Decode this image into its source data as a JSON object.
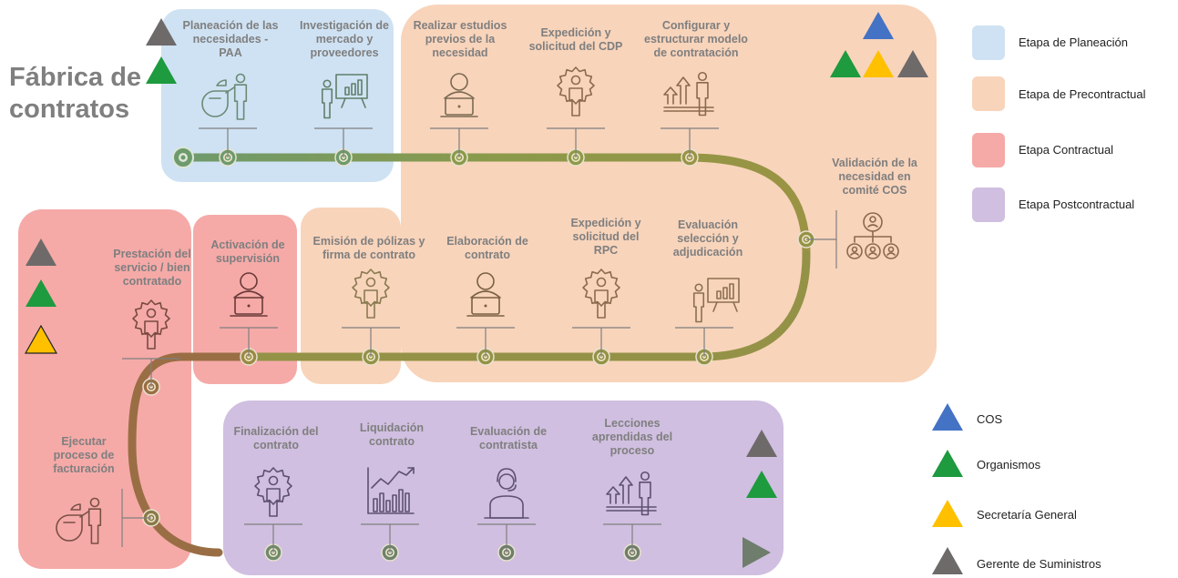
{
  "title": "Fábrica de contratos",
  "colors": {
    "planeacion": "#cfe2f3",
    "precontractual": "#f8d4bb",
    "contractual": "#f5aaa8",
    "postcontractual": "#d0bfe0",
    "cos": "#4472c4",
    "organismos": "#1e9a3f",
    "secretaria": "#ffc000",
    "gerente": "#6e6a6a",
    "path_green": "#7d9a5a",
    "path_brown": "#a88a58",
    "label_gray": "#7f7f7f"
  },
  "stage_legend": [
    {
      "label": "Etapa de Planeación",
      "color": "#cfe2f3"
    },
    {
      "label": "Etapa de Precontractual",
      "color": "#f8d4bb"
    },
    {
      "label": "Etapa Contractual",
      "color": "#f5aaa8"
    },
    {
      "label": "Etapa Postcontractual",
      "color": "#d0bfe0"
    }
  ],
  "role_legend": [
    {
      "label": "COS",
      "color": "#4472c4"
    },
    {
      "label": "Organismos",
      "color": "#1e9a3f"
    },
    {
      "label": "Secretaría General",
      "color": "#ffc000"
    },
    {
      "label": "Gerente de Suministros",
      "color": "#6e6a6a"
    }
  ],
  "steps": [
    {
      "label": "Planeación de las necesidades - PAA",
      "icon": "presenter-pie-icon"
    },
    {
      "label": "Investigación de mercado y proveedores",
      "icon": "presentation-board-icon"
    },
    {
      "label": "Realizar estudios previos de la necesidad",
      "icon": "laptop-user-icon"
    },
    {
      "label": "Expedición y solicitud del CDP",
      "icon": "gear-person-icon"
    },
    {
      "label": "Configurar y estructurar modelo de contratación",
      "icon": "growth-person-icon"
    },
    {
      "label": "Validación de la necesidad en comité COS",
      "icon": "org-chart-icon"
    },
    {
      "label": "Evaluación selección y adjudicación",
      "icon": "presentation-board-icon"
    },
    {
      "label": "Expedición y solicitud del RPC",
      "icon": "gear-person-icon"
    },
    {
      "label": "Elaboración de contrato",
      "icon": "laptop-user-icon"
    },
    {
      "label": "Emisión de pólizas y firma de contrato",
      "icon": "gear-person-icon"
    },
    {
      "label": "Activación de supervisión",
      "icon": "laptop-user-icon"
    },
    {
      "label": "Prestación del servicio / bien contratado",
      "icon": "gear-person-icon"
    },
    {
      "label": "Ejecutar proceso de facturación",
      "icon": "presenter-pie-icon"
    },
    {
      "label": "Finalización del contrato",
      "icon": "gear-person-icon"
    },
    {
      "label": "Liquidación contrato",
      "icon": "bar-chart-trend-icon"
    },
    {
      "label": "Evaluación de contratista",
      "icon": "headset-user-icon"
    },
    {
      "label": "Lecciones aprendidas del proceso",
      "icon": "growth-person-icon"
    }
  ],
  "stage_roles": [
    {
      "stage": "Etapa de Planeación",
      "roles": [
        "Gerente de Suministros",
        "Organismos"
      ]
    },
    {
      "stage": "Etapa de Precontractual",
      "roles": [
        "COS",
        "Organismos",
        "Secretaría General",
        "Gerente de Suministros"
      ]
    },
    {
      "stage": "Etapa Contractual",
      "roles": [
        "Gerente de Suministros",
        "Organismos",
        "Secretaría General"
      ]
    },
    {
      "stage": "Etapa Postcontractual",
      "roles": [
        "Gerente de Suministros",
        "Organismos"
      ]
    }
  ]
}
